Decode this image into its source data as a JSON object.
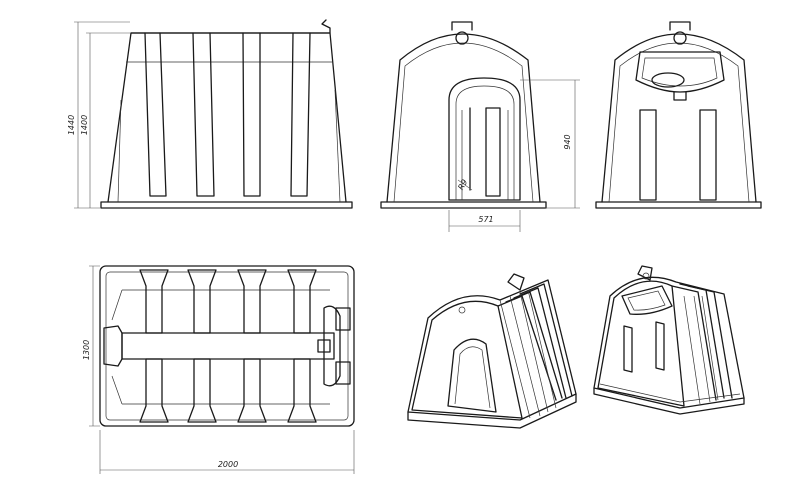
{
  "dimensions": {
    "height_overall": "1440",
    "height_body": "1400",
    "door_height": "940",
    "door_width": "571",
    "door_radius": "R9",
    "width_plan": "1300",
    "length_plan": "2000"
  }
}
